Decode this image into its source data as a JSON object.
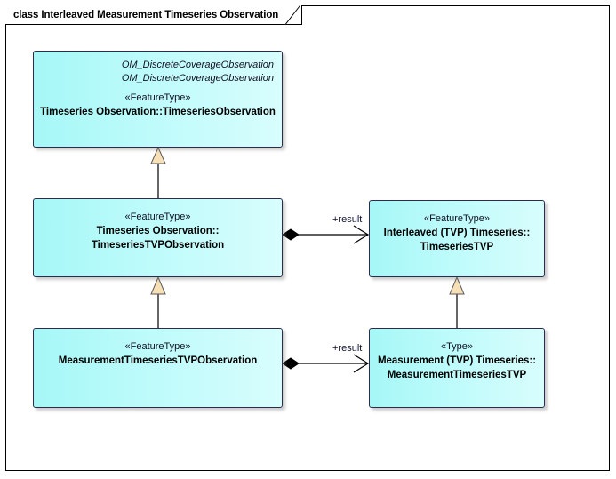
{
  "diagram": {
    "title": "class Interleaved Measurement Timeseries Observation",
    "kind": "uml-class-diagram",
    "colors": {
      "class_fill": "#b9fbfb",
      "class_border": "#2b2b4f",
      "generalization_arrow_fill": "#f7dfb6",
      "line": "#000000",
      "frame_border": "#000000",
      "label_text": "#101030"
    }
  },
  "classes": {
    "timeseries_observation": {
      "inherited": [
        "OM_DiscreteCoverageObservation",
        "OM_DiscreteCoverageObservation"
      ],
      "stereotype": "«FeatureType»",
      "name_lines": [
        "Timeseries Observation::TimeseriesObservation"
      ]
    },
    "timeseries_tvp_observation": {
      "stereotype": "«FeatureType»",
      "name_lines": [
        "Timeseries Observation::",
        "TimeseriesTVPObservation"
      ]
    },
    "timeseries_tvp": {
      "stereotype": "«FeatureType»",
      "name_lines": [
        "Interleaved (TVP) Timeseries::",
        "TimeseriesTVP"
      ]
    },
    "measurement_timeseries_tvp_observation": {
      "stereotype": "«FeatureType»",
      "name_lines": [
        "MeasurementTimeseriesTVPObservation"
      ]
    },
    "measurement_timeseries_tvp": {
      "stereotype": "«Type»",
      "name_lines": [
        "Measurement (TVP) Timeseries::",
        "MeasurementTimeseriesTVP"
      ]
    }
  },
  "connectors": {
    "generalization_top": {
      "type": "generalization",
      "from": "TimeseriesTVPObservation",
      "to": "TimeseriesObservation"
    },
    "generalization_left": {
      "type": "generalization",
      "from": "MeasurementTimeseriesTVPObservation",
      "to": "TimeseriesTVPObservation"
    },
    "generalization_right": {
      "type": "generalization",
      "from": "MeasurementTimeseriesTVP",
      "to": "TimeseriesTVP"
    },
    "composition_middle": {
      "type": "composition",
      "label": "+result",
      "from": "TimeseriesTVPObservation",
      "to": "TimeseriesTVP"
    },
    "composition_bottom": {
      "type": "composition",
      "label": "+result",
      "from": "MeasurementTimeseriesTVPObservation",
      "to": "MeasurementTimeseriesTVP"
    }
  }
}
